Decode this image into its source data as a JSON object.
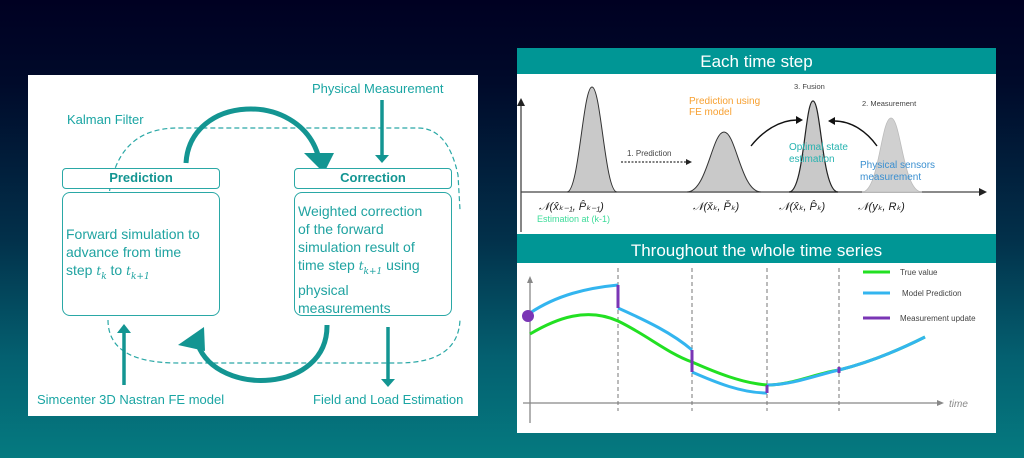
{
  "left_diagram": {
    "kalman_label": "Kalman Filter",
    "physical_measurement_label": "Physical Measurement",
    "fe_model_label": "Simcenter 3D Nastran FE model",
    "output_label": "Field and Load Estimation",
    "prediction": {
      "title": "Prediction",
      "body_line1": "Forward simulation to",
      "body_line2": "advance from time",
      "body_line3_pre": "step ",
      "t_k": "t",
      "t_k_sub": "k",
      "to": " to ",
      "t_k1": "t",
      "t_k1_sub": "k+1"
    },
    "correction": {
      "title": "Correction",
      "body_line1": "Weighted correction",
      "body_line2": "of the forward",
      "body_line3": "simulation result of",
      "body_line4_pre": "time step ",
      "t_k1": "t",
      "t_k1_sub": "k+1",
      "body_line4_post": " using",
      "body_line5": "physical",
      "body_line6": "measurements"
    },
    "colors": {
      "teal": "#139592",
      "teal_light": "#2aa8a6"
    }
  },
  "each_time_step": {
    "title": "Each time step",
    "step1_label": "1. Prediction",
    "step2_label": "2. Measurement",
    "step3_label": "3. Fusion",
    "prediction_fe_label_1": "Prediction using",
    "prediction_fe_label_2": "FE model",
    "optimal_label_1": "Optimal state",
    "optimal_label_2": "estimation",
    "sensors_label_1": "Physical sensors",
    "sensors_label_2": "measurement",
    "estimation_prev_label": "Estimation at (k-1)",
    "dist_labels": [
      "𝒩(x̂ₖ₋₁, P̂ₖ₋₁)",
      "𝒩(x̌ₖ, P̌ₖ)",
      "𝒩(x̂ₖ, P̂ₖ)",
      "𝒩(yₖ, Rₖ)"
    ],
    "colors": {
      "orange": "#f7a030",
      "teal": "#27b3b0",
      "blue": "#3a8fd0",
      "green": "#3ddc9a"
    }
  },
  "whole_series": {
    "title": "Throughout the whole time series",
    "x_axis_label": "time",
    "legend": [
      {
        "label": "True value",
        "color": "#22e022"
      },
      {
        "label": "Model Prediction",
        "color": "#33b5ef"
      },
      {
        "label": "Measurement update",
        "color": "#7a35b5"
      }
    ]
  },
  "chart_data": [
    {
      "type": "area",
      "title": "Each time step",
      "description": "Gaussian distributions along a horizontal axis",
      "series": [
        {
          "name": "Estimation at (k-1)",
          "label": "N(x̂_{k-1}, P̂_{k-1})",
          "center_rel": 0.15,
          "peak_rel": 1.0,
          "width_rel": "narrow"
        },
        {
          "name": "Prediction using FE model",
          "label": "N(x̌_k, P̌_k)",
          "center_rel": 0.44,
          "peak_rel": 0.57,
          "width_rel": "wide"
        },
        {
          "name": "Optimal state estimation",
          "label": "N(x̂_k, P̂_k)",
          "center_rel": 0.63,
          "peak_rel": 0.86,
          "width_rel": "narrow"
        },
        {
          "name": "Physical sensors measurement",
          "label": "N(y_k, R_k)",
          "center_rel": 0.8,
          "peak_rel": 0.71,
          "width_rel": "medium"
        }
      ],
      "annotations": [
        "1. Prediction",
        "2. Measurement",
        "3. Fusion"
      ]
    },
    {
      "type": "line",
      "title": "Throughout the whole time series",
      "xlabel": "time",
      "ylabel": "",
      "measurement_times": [
        1,
        2,
        3,
        4
      ],
      "x": [
        0,
        0.5,
        1,
        1.5,
        2,
        2.5,
        3,
        3.5,
        4,
        4.5,
        5
      ],
      "series": [
        {
          "name": "True value",
          "values": [
            0.55,
            0.72,
            0.66,
            0.45,
            0.27,
            0.14,
            0.12,
            0.19,
            0.27,
            0.39,
            0.52
          ]
        },
        {
          "name": "Model Prediction",
          "values": [
            0.72,
            0.88,
            0.93,
            0.7,
            0.43,
            0.12,
            0.03,
            0.19,
            0.27,
            0.39,
            0.52
          ]
        },
        {
          "name": "Measurement update",
          "values": [
            0.72,
            null,
            0.93,
            null,
            0.27,
            null,
            0.12,
            null,
            0.27,
            null,
            null
          ]
        }
      ]
    }
  ]
}
